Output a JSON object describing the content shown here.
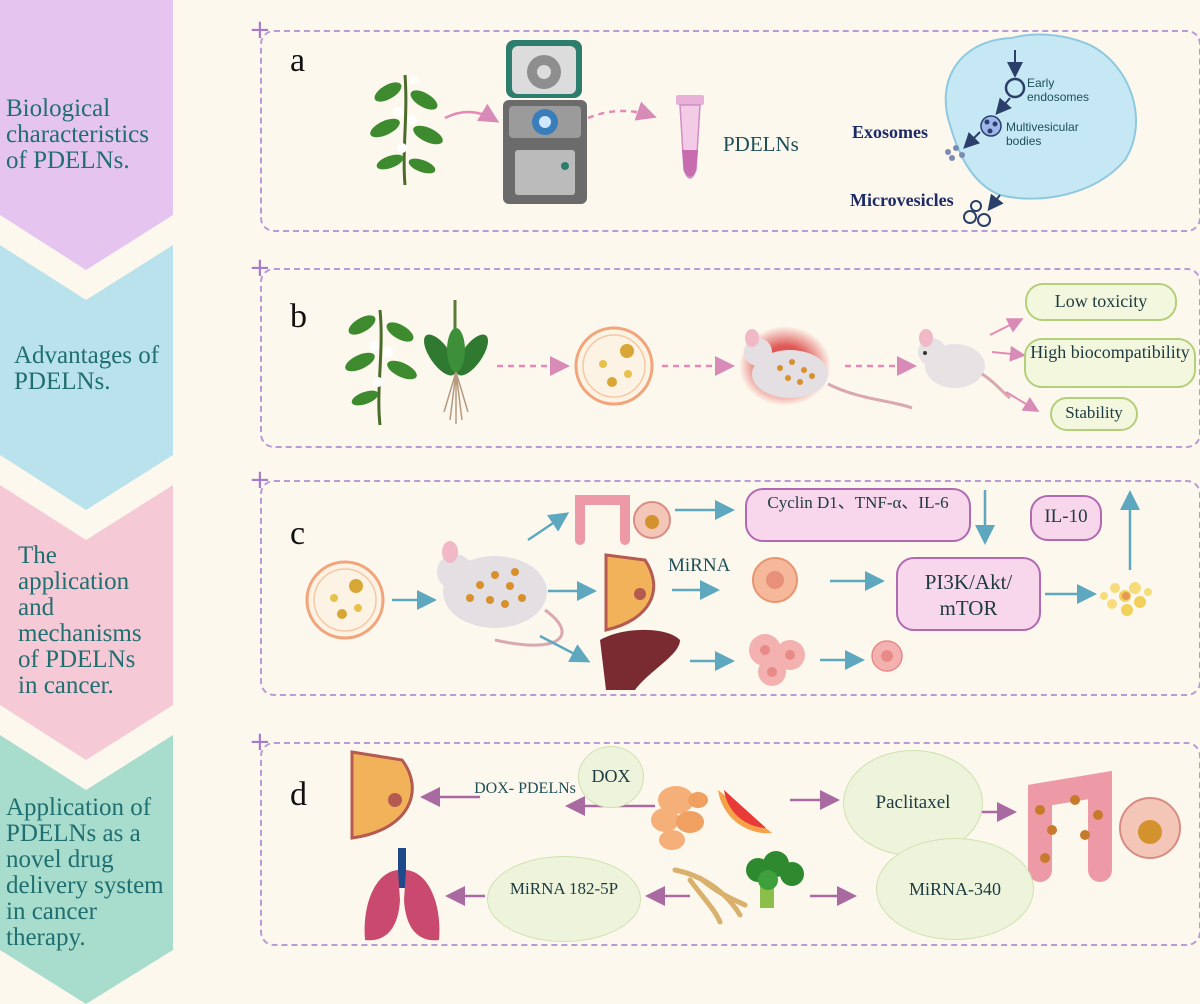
{
  "left_steps": [
    {
      "text": "Biological characteristics of PDELNs.",
      "color": "#e5c5f0"
    },
    {
      "text": "Advantages of PDELNs.",
      "color": "#b9e2ec"
    },
    {
      "text": "The application and mechanisms of PDELNs in cancer.",
      "color": "#f6c9d6"
    },
    {
      "text": "Application of PDELNs as a novel drug delivery system in cancer therapy.",
      "color": "#a8dccd"
    }
  ],
  "panel_a": {
    "label": "a",
    "product": "PDELNs",
    "early_endosomes": "Early endosomes",
    "multivesicular_bodies": "Multivesicular bodies",
    "exosomes": "Exosomes",
    "microvesicles": "Microvesicles"
  },
  "panel_b": {
    "label": "b",
    "low_toxicity": "Low toxicity",
    "high_biocompatibility": "High biocompatibility",
    "stability": "Stability"
  },
  "panel_c": {
    "label": "c",
    "cyclin": "Cyclin D1、TNF-α、IL-6",
    "il10": "IL-10",
    "mirna": "MiRNA",
    "pathway": "PI3K/Akt/ mTOR"
  },
  "panel_d": {
    "label": "d",
    "dox": "DOX",
    "dox_pdelns": "DOX- PDELNs",
    "paclitaxel": "Paclitaxel",
    "mirna_182": "MiRNA 182-5P",
    "mirna_340": "MiRNA-340"
  }
}
